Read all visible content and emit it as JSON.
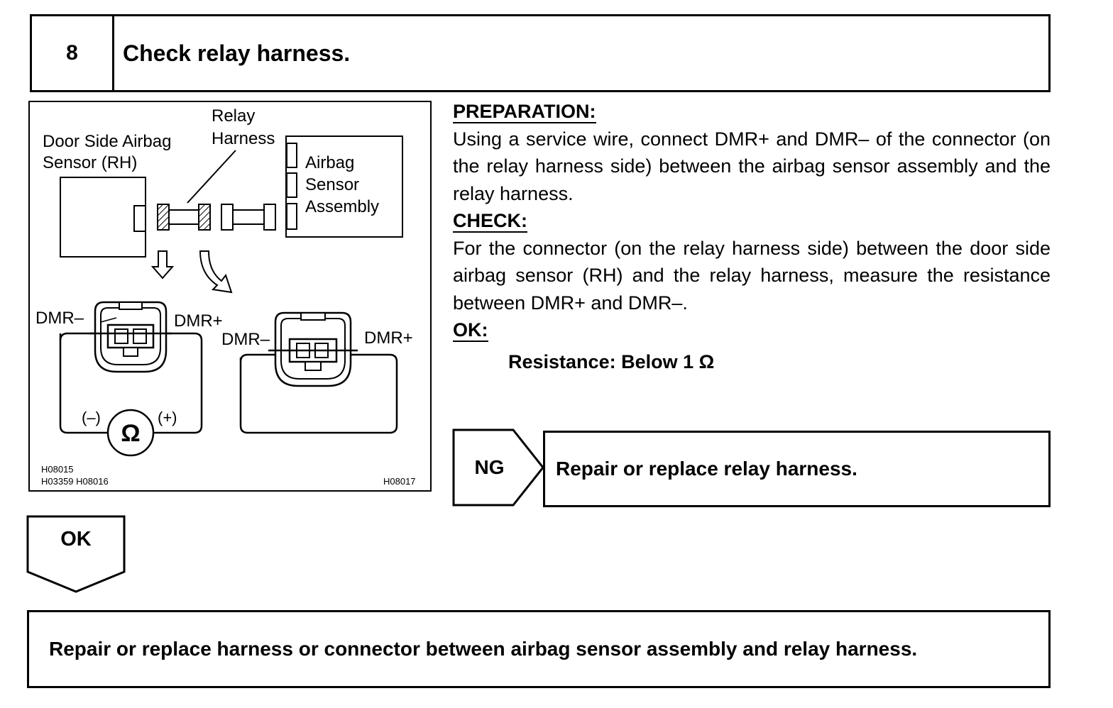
{
  "step": {
    "number": "8",
    "title": "Check relay harness."
  },
  "figure": {
    "door_sensor_label": [
      "Door Side Airbag",
      "Sensor (RH)"
    ],
    "relay_harness_label": [
      "Relay",
      "Harness"
    ],
    "airbag_assembly_label": [
      "Airbag",
      "Sensor",
      "Assembly"
    ],
    "left_connector": {
      "neg": "DMR–",
      "pos": "DMR+"
    },
    "right_connector": {
      "neg": "DMR–",
      "pos": "DMR+"
    },
    "meter": {
      "symbol": "Ω",
      "neg": "(–)",
      "pos": "(+)"
    },
    "codes_left": [
      "H08015",
      "H03359 H08016"
    ],
    "code_right": "H08017"
  },
  "instructions": {
    "preparation_heading": "PREPARATION:",
    "preparation_text": "Using a service wire, connect DMR+ and DMR– of the connector (on the relay harness side) between the airbag sensor assembly and the relay harness.",
    "check_heading": "CHECK:",
    "check_text": "For the connector (on the relay harness side) between the door side airbag sensor (RH) and the relay harness, measure the resistance between DMR+ and DMR–.",
    "ok_heading": "OK:",
    "spec": "Resistance: Below 1 Ω"
  },
  "ng_branch": {
    "label": "NG",
    "action": "Repair or replace relay harness."
  },
  "ok_branch": {
    "label": "OK",
    "action": "Repair or replace harness or connector between airbag sensor assembly and relay harness."
  }
}
